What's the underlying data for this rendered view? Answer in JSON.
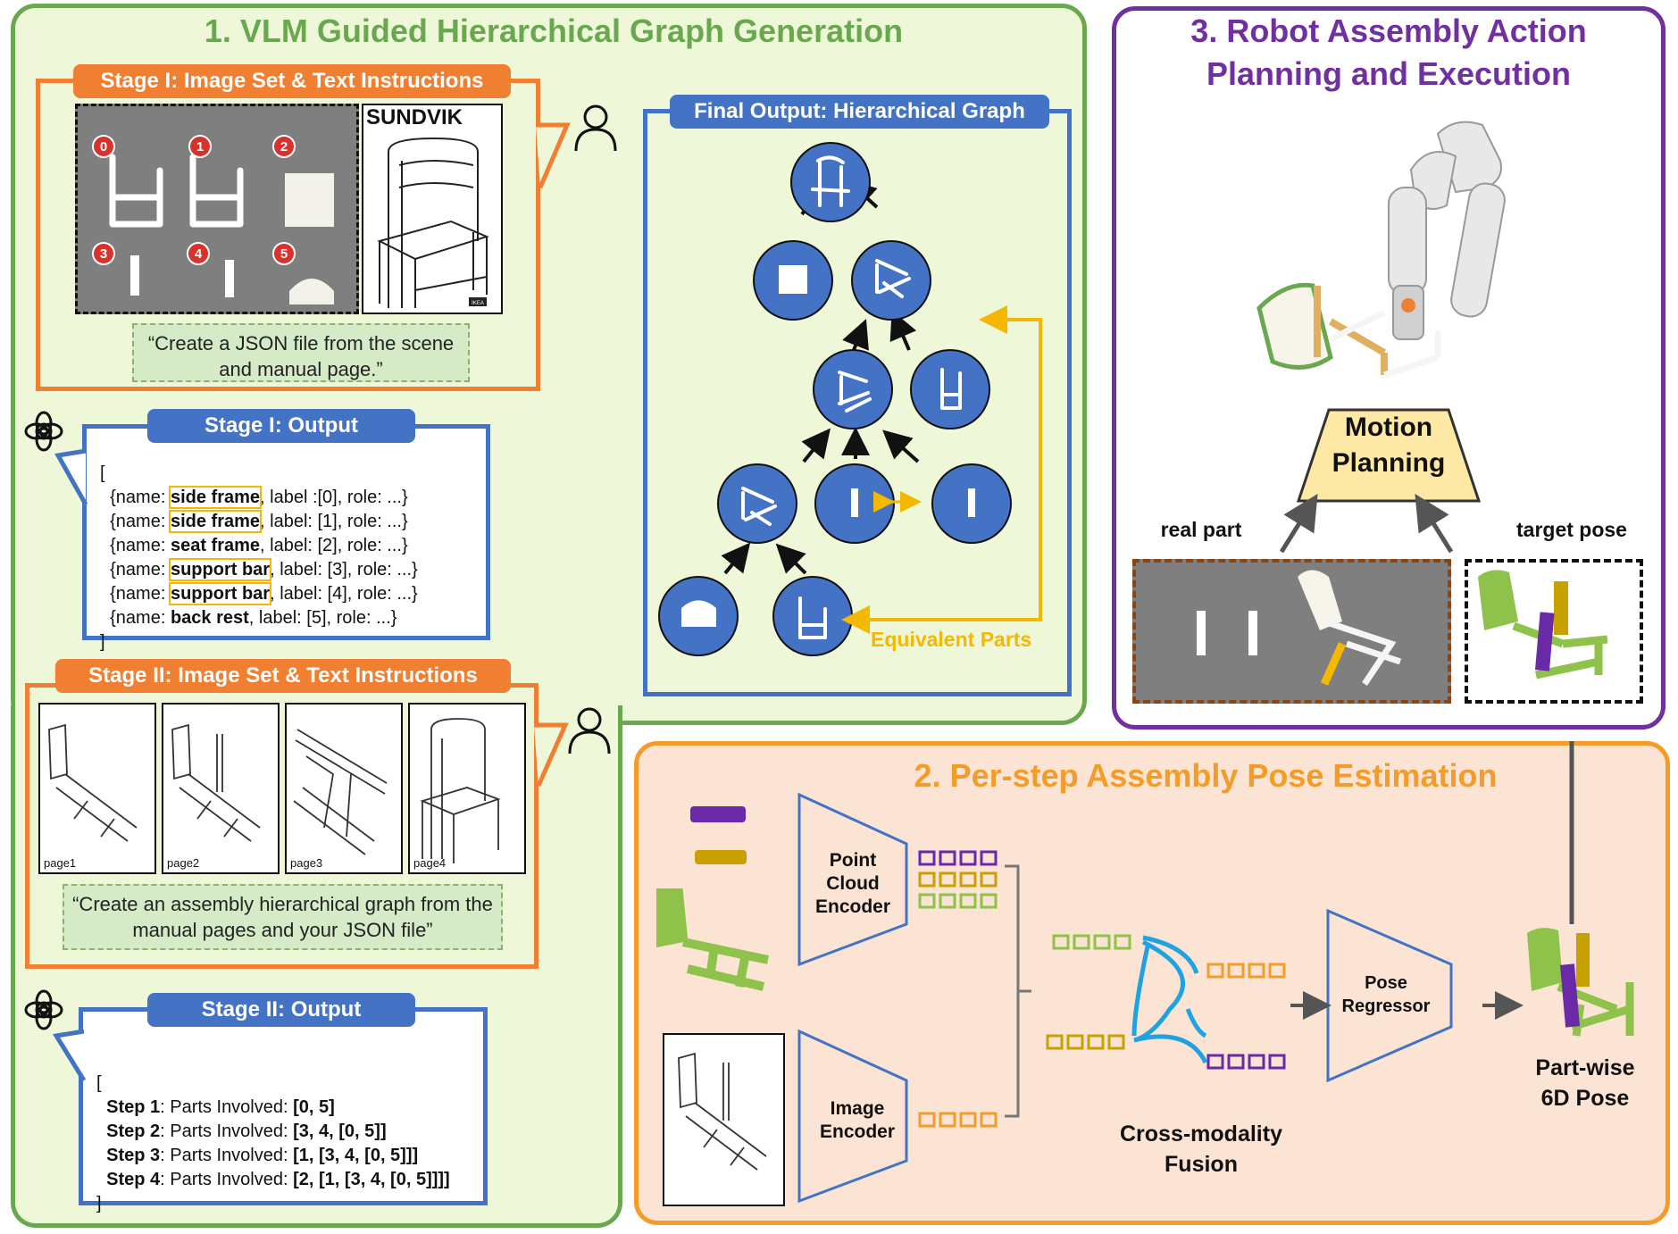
{
  "panel1": {
    "title": "1. VLM Guided Hierarchical Graph Generation",
    "stage1_input": {
      "tab": "Stage I: Image Set & Text Instructions",
      "part_numbers": [
        "0",
        "1",
        "2",
        "3",
        "4",
        "5"
      ],
      "manual_title": "SUNDVIK",
      "manual_logo": "IKEA",
      "quote": "“Create a JSON file from the scene and manual page.”"
    },
    "stage1_output": {
      "tab": "Stage I: Output",
      "open": "[",
      "close": "]",
      "rows": [
        {
          "name_key": "{name: ",
          "name": "side frame",
          "rest": ", label :[0], role: ...}",
          "highlight": true
        },
        {
          "name_key": "{name: ",
          "name": "side frame",
          "rest": ", label: [1], role: ...}",
          "highlight": true
        },
        {
          "name_key": "{name: ",
          "name": "seat frame",
          "rest": ", label: [2], role: ...}",
          "highlight": false
        },
        {
          "name_key": "{name: ",
          "name": "support bar",
          "rest": ", label: [3], role: ...}",
          "highlight": true
        },
        {
          "name_key": "{name: ",
          "name": "support bar",
          "rest": ", label: [4], role: ...}",
          "highlight": true
        },
        {
          "name_key": "{name: ",
          "name": "back rest",
          "rest": ", label: [5], role: ...}",
          "highlight": false
        }
      ]
    },
    "stage2_input": {
      "tab": "Stage II: Image Set & Text Instructions",
      "pages": [
        "page1",
        "page2",
        "page3",
        "page4"
      ],
      "quote": "“Create an assembly hierarchical graph from the manual pages and your JSON file”"
    },
    "stage2_output": {
      "tab": "Stage II: Output",
      "open": "[",
      "close": "]",
      "rows": [
        {
          "step": "Step 1",
          "rest": ": Parts Involved: ",
          "value": "[0, 5]"
        },
        {
          "step": "Step 2",
          "rest": ": Parts Involved: ",
          "value": "[3, 4, [0, 5]]"
        },
        {
          "step": "Step 3",
          "rest": ": Parts Involved: ",
          "value": "[1, [3, 4, [0, 5]]]"
        },
        {
          "step": "Step 4",
          "rest": ": Parts Involved: ",
          "value": "[2, [1, [3, 4, [0, 5]]]]"
        }
      ]
    },
    "graph": {
      "tab": "Final Output: Hierarchical Graph",
      "equivalent_label": "Equivalent Parts"
    }
  },
  "panel3": {
    "title_line1": "3. Robot Assembly Action",
    "title_line2": "Planning and Execution",
    "motion_line1": "Motion",
    "motion_line2": "Planning",
    "real_part": "real part",
    "target_pose": "target pose"
  },
  "panel2": {
    "title": "2. Per-step Assembly Pose Estimation",
    "point_cloud_encoder": [
      "Point",
      "Cloud",
      "Encoder"
    ],
    "image_encoder": [
      "Image",
      "Encoder"
    ],
    "pose_regressor": [
      "Pose",
      "Regressor"
    ],
    "fusion": [
      "Cross-modality",
      "Fusion"
    ],
    "partwise": [
      "Part-wise",
      "6D Pose"
    ]
  },
  "colors": {
    "green": "#6aa84f",
    "orange": "#f07f32",
    "blue": "#4472c4",
    "purple": "#7030a0",
    "gold": "#f5b800",
    "panel2_border": "#f39c29"
  }
}
